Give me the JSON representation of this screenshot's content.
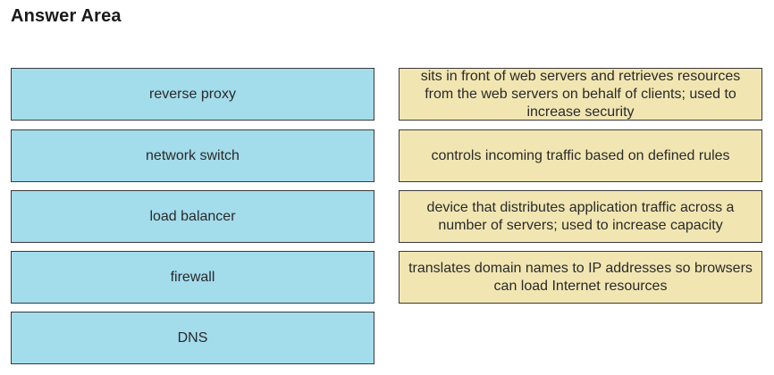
{
  "title": "Answer Area",
  "colors": {
    "term_fill": "#a3dceb",
    "definition_fill": "#f1e6b2",
    "border": "#3a3a3a"
  },
  "terms": [
    "reverse proxy",
    "network switch",
    "load balancer",
    "firewall",
    "DNS"
  ],
  "definitions": [
    "sits in front of web servers and retrieves resources from the web servers on behalf of clients; used to increase security",
    "controls incoming traffic based on defined rules",
    "device that distributes application traffic across a number of servers; used to increase capacity",
    "translates domain names to IP addresses so browsers can load Internet resources"
  ]
}
